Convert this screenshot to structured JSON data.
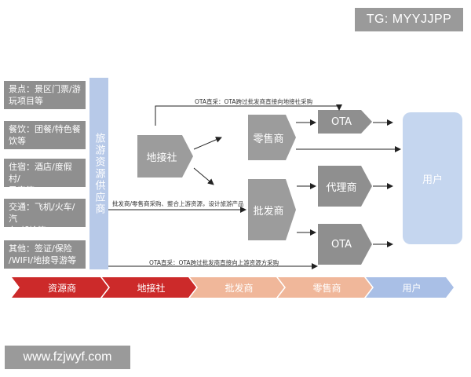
{
  "watermarks": {
    "top": "TG: MYYJJPP",
    "bottom": "www.fzjwyf.com"
  },
  "resources": [
    {
      "line1": "景点：景区门票/游",
      "line2": "玩项目等"
    },
    {
      "line1": "餐饮：团餐/特色餐",
      "line2": "饮等"
    },
    {
      "line1": "住宿：酒店/度假村/",
      "line2": "民宿等"
    },
    {
      "line1": "交通：飞机/火车/汽",
      "line2": "车/邮轮等"
    },
    {
      "line1": "其他：签证/保险",
      "line2": "/WIFI/地接导游等"
    }
  ],
  "supplier_bar": "旅游资源供应商",
  "nodes": {
    "local_agency": "地接社",
    "retailer": "零售商",
    "wholesaler": "批发商",
    "ota_top": "OTA",
    "agent": "代理商",
    "ota_bottom": "OTA",
    "user": "用户"
  },
  "annotations": {
    "top": "OTA直采：OTA跨过批发商直接向地接社采购",
    "middle": "批发商/零售商采购、整合上游资源，设计旅游产品",
    "bottom": "OTA直采：OTA跨过批发商直接向上游资源方采购"
  },
  "flow": [
    {
      "label": "资源商",
      "color": "#cc2a2a"
    },
    {
      "label": "地接社",
      "color": "#cc2a2a"
    },
    {
      "label": "批发商",
      "color": "#f0b79a"
    },
    {
      "label": "零售商",
      "color": "#f0b79a"
    },
    {
      "label": "用户",
      "color": "#a9bfe6"
    }
  ]
}
